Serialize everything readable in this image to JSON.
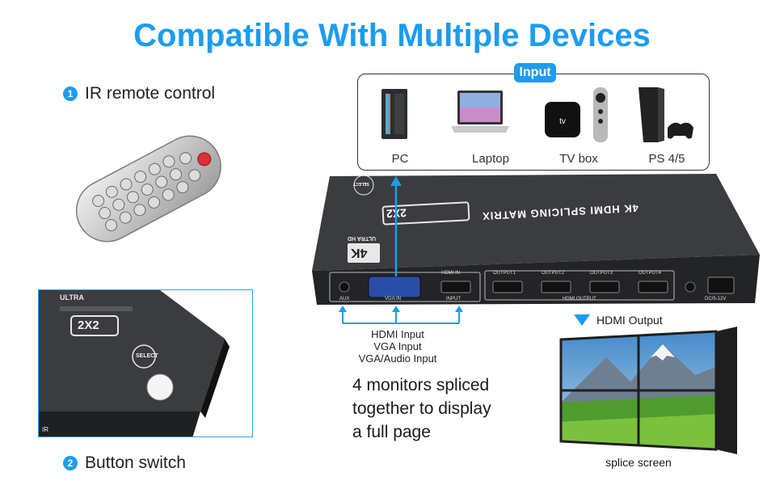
{
  "headline": "Compatible With Multiple Devices",
  "features": [
    {
      "number": "1",
      "label": "IR remote control"
    },
    {
      "number": "2",
      "label": "Button switch"
    }
  ],
  "input_panel": {
    "tag": "Input",
    "devices": [
      {
        "label": "PC",
        "icon": "pc-tower-icon"
      },
      {
        "label": "Laptop",
        "icon": "laptop-icon"
      },
      {
        "label": "TV box",
        "icon": "tv-box-icon"
      },
      {
        "label": "PS 4/5",
        "icon": "game-console-icon"
      }
    ]
  },
  "matrix": {
    "title": "4K HDMI SPLICING MATRIX",
    "model": "2X2",
    "badge": "4K",
    "badge_sub": "ULTRA HD",
    "select_label": "SELECT",
    "port_labels": {
      "aux": "AUX",
      "vga_in": "VGA IN",
      "hdmi_in": "HDMI IN",
      "input": "INPUT",
      "outputs": [
        "OUTPUT1",
        "OUTPUT2",
        "OUTPUT3",
        "OUTPUT4"
      ],
      "hdmi_output": "HDMI OUTPUT",
      "power": "DC/5-12V"
    }
  },
  "detail_photo": {
    "model": "2X2",
    "ultra": "ULTRA",
    "select_label": "SELECT",
    "ir_label": "IR"
  },
  "input_captions": [
    "HDMI Input",
    "VGA Input",
    "VGA/Audio Input"
  ],
  "description": [
    "4 monitors spliced",
    "together to display",
    "a full page"
  ],
  "output_label": "HDMI Output",
  "screen_label": "splice screen",
  "colors": {
    "accent": "#1d9cf0",
    "device_dark": "#2b2d30"
  }
}
